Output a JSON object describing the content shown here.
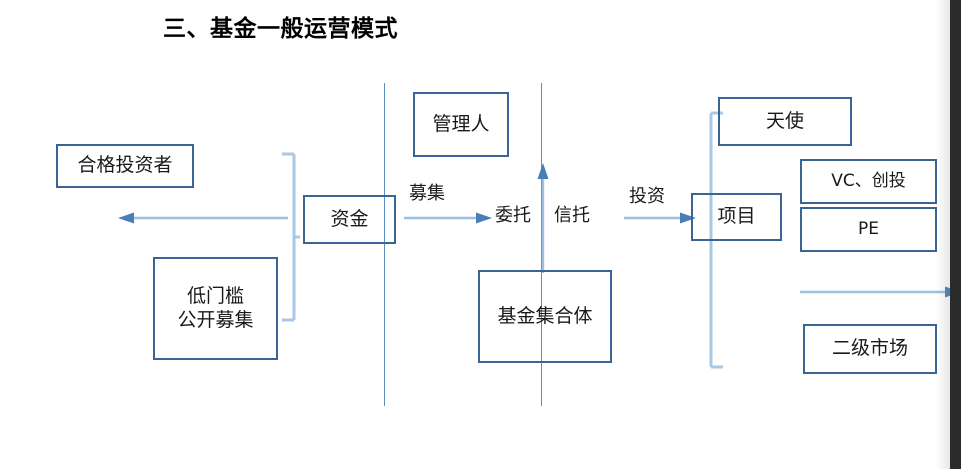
{
  "slide": {
    "title": "三、基金一般运营模式",
    "colors": {
      "box_border": "#3a6491",
      "arrow_light": "#9bc0e0",
      "arrow_head": "#4a7fb5",
      "divider": "#5b8fc0",
      "bracket": "#a8c8e6",
      "text": "#1a1a1a",
      "edge_strip": "#2b2b2b"
    }
  },
  "nodes": {
    "qualified_investor": "合格投资者",
    "low_threshold": "低门槛\n公开募集",
    "capital": "资金",
    "manager": "管理人",
    "fund_pool": "基金集合体",
    "project": "项目",
    "angel": "天使",
    "vc": "VC、创投",
    "pe": "PE",
    "secondary_market": "二级市场"
  },
  "labels": {
    "raise": "募集",
    "entrust": "委托",
    "trust": "信托",
    "invest": "投资"
  },
  "arrows": [
    {
      "name": "return-to-investor-arrow",
      "direction": "left"
    },
    {
      "name": "raise-arrow",
      "direction": "right"
    },
    {
      "name": "trust-arrow",
      "direction": "up"
    },
    {
      "name": "invest-arrow",
      "direction": "right"
    },
    {
      "name": "exit-to-market-arrow",
      "direction": "right"
    }
  ],
  "brackets": [
    {
      "name": "investor-source-bracket",
      "side": "right-facing"
    },
    {
      "name": "project-stage-bracket",
      "side": "right-facing"
    }
  ],
  "dividers": [
    {
      "name": "divider-line-left"
    },
    {
      "name": "divider-line-right"
    }
  ]
}
